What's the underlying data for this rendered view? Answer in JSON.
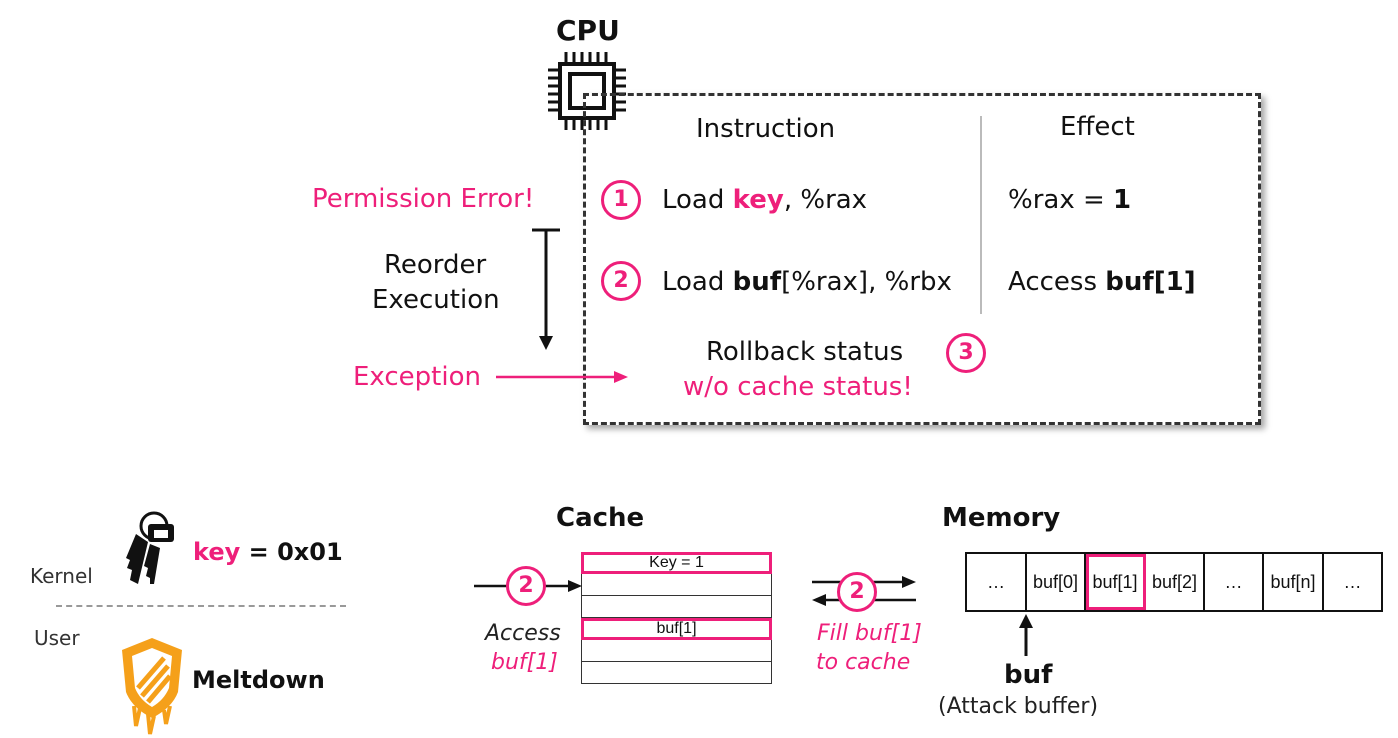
{
  "cpu": {
    "label": "CPU"
  },
  "table": {
    "instruction_header": "Instruction",
    "effect_header": "Effect",
    "step1": {
      "num": "1",
      "pre": "Load ",
      "key": "key",
      "post": ", %rax",
      "effect_pre": "%rax = ",
      "effect_val": "1"
    },
    "step2": {
      "num": "2",
      "pre": "Load ",
      "buf": "buf",
      "post": "[%rax], %rbx",
      "effect_pre": "Access ",
      "effect_val": "buf[1]"
    },
    "rollback": {
      "line1": "Rollback status",
      "line2": "w/o cache status!",
      "num": "3"
    }
  },
  "left": {
    "permission_error": "Permission Error!",
    "reorder_line1": "Reorder",
    "reorder_line2": "Execution",
    "exception": "Exception"
  },
  "kernel": {
    "label": "Kernel",
    "key_name": "key",
    "key_rest": " = 0x01"
  },
  "user": {
    "label": "User",
    "meltdown": "Meltdown"
  },
  "cache": {
    "title": "Cache",
    "rows": [
      "Key = 1",
      "",
      "",
      "buf[1]",
      "",
      ""
    ],
    "access_num": "2",
    "access_line1": "Access",
    "access_line2": "buf[1]"
  },
  "fill": {
    "num": "2",
    "line1": "Fill buf[1]",
    "line2": "to cache"
  },
  "memory": {
    "title": "Memory",
    "cells": [
      "…",
      "buf[0]",
      "buf[1]",
      "buf[2]",
      "…",
      "buf[n]",
      "…"
    ],
    "buf_label": "buf",
    "buf_desc": "(Attack buffer)"
  },
  "colors": {
    "accent": "#ee1f7a",
    "orange": "#f5a01a"
  },
  "icons": [
    "cpu-chip-icon",
    "keys-icon",
    "meltdown-shield-icon"
  ]
}
